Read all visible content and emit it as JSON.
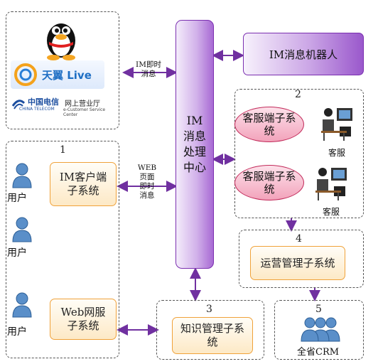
{
  "channels": {
    "qq_logo": "QQ",
    "tianyi_live": "天翼 Live",
    "telecom_cn": "中国电信",
    "telecom_en": "CHINA TELECOM",
    "portal_title": "网上营业厅",
    "portal_subtitle": "e-Customer Service Center"
  },
  "im_center": {
    "label": "IM消息处理中心"
  },
  "robot": {
    "label": "IM消息机器人"
  },
  "group1": {
    "number": "1",
    "im_client": "IM客户端子系统",
    "web_service": "Web网服子系统",
    "user_label": "用户"
  },
  "group2": {
    "number": "2",
    "client_1": "客服端子系统",
    "client_2": "客服端子系统",
    "agent_label": "客服"
  },
  "group3": {
    "number": "3",
    "label": "知识管理子系统"
  },
  "group4": {
    "number": "4",
    "label": "运营管理子系统"
  },
  "group5": {
    "number": "5",
    "label": "全省CRM"
  },
  "edge_labels": {
    "im_msg": "IM即时消息",
    "web_msg": "WEB页面即时消息"
  },
  "colors": {
    "arrow": "#7030a0",
    "orange_border": "#f0a23a",
    "purple": "#7b2fb0"
  }
}
